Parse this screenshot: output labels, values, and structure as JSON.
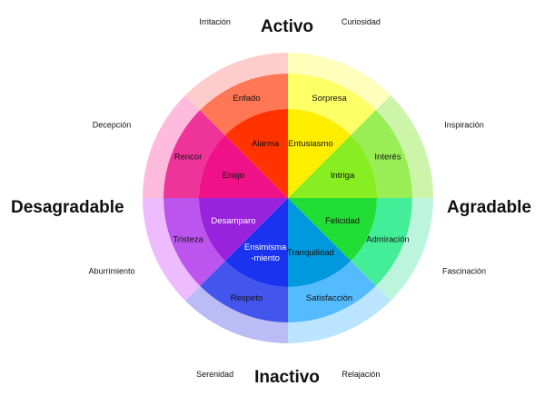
{
  "axes": {
    "top": "Activo",
    "bottom": "Inactivo",
    "left": "Desagradable",
    "right": "Agradable"
  },
  "wheel": {
    "rings": [
      {
        "level": "inner",
        "segments": [
          {
            "label": "Entusiasmo",
            "color": "#ffee00",
            "text_color": "#111111"
          },
          {
            "label": "Intriga",
            "color": "#88ee22",
            "text_color": "#111111"
          },
          {
            "label": "Felicidad",
            "color": "#22dd33",
            "text_color": "#111111"
          },
          {
            "label": "Tranquilidad",
            "color": "#0099dd",
            "text_color": "#111111"
          },
          {
            "label": "Ensimisma\n-miento",
            "color": "#1a33ee",
            "text_color": "#ffffff"
          },
          {
            "label": "Desamparo",
            "color": "#9922dd",
            "text_color": "#ffffff"
          },
          {
            "label": "Enojo",
            "color": "#ee1188",
            "text_color": "#111111"
          },
          {
            "label": "Alarma",
            "color": "#ff3300",
            "text_color": "#111111"
          }
        ]
      },
      {
        "level": "middle",
        "segments": [
          {
            "label": "Sorpresa",
            "color": "#ffff66",
            "text_color": "#111111"
          },
          {
            "label": "Interés",
            "color": "#99ee55",
            "text_color": "#111111"
          },
          {
            "label": "Admiración",
            "color": "#44ee99",
            "text_color": "#111111"
          },
          {
            "label": "Satisfacción",
            "color": "#55bbff",
            "text_color": "#111111"
          },
          {
            "label": "Respeto",
            "color": "#4455ee",
            "text_color": "#111111"
          },
          {
            "label": "Tristeza",
            "color": "#bb55ee",
            "text_color": "#111111"
          },
          {
            "label": "Rencor",
            "color": "#ee3399",
            "text_color": "#111111"
          },
          {
            "label": "Enfado",
            "color": "#ff7755",
            "text_color": "#111111"
          }
        ]
      },
      {
        "level": "outer",
        "segments": [
          {
            "label": "Curiosidad",
            "color": "#ffffbb",
            "text_color": "#111111"
          },
          {
            "label": "Inspiración",
            "color": "#ccf5aa",
            "text_color": "#111111"
          },
          {
            "label": "Fascinación",
            "color": "#bbf5dd",
            "text_color": "#111111"
          },
          {
            "label": "Relajación",
            "color": "#bbe5ff",
            "text_color": "#111111"
          },
          {
            "label": "Serenidad",
            "color": "#bbbbf5",
            "text_color": "#111111"
          },
          {
            "label": "Aburrimiento",
            "color": "#eebbff",
            "text_color": "#111111"
          },
          {
            "label": "Decepción",
            "color": "#ffbbdd",
            "text_color": "#111111"
          },
          {
            "label": "Irritación",
            "color": "#ffcccc",
            "text_color": "#111111"
          }
        ]
      }
    ]
  }
}
